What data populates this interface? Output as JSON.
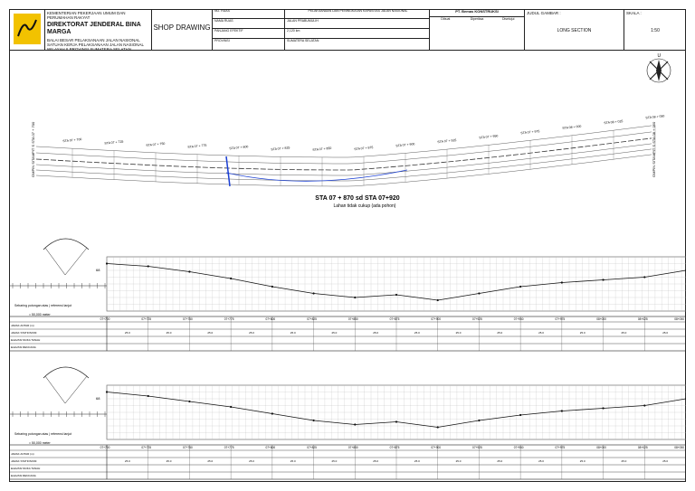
{
  "header": {
    "ministry": "KEMENTERIAN PEKERJAAN UMUM DAN PERUMAHAN RAKYAT",
    "directorate": "DIREKTORAT JENDERAL BINA MARGA",
    "balai": "BALAI BESAR PELAKSANAAN JALAN NASIONAL",
    "satker": "SATUAN KERJA PELAKSANAAN JALAN NASIONAL",
    "wilayah": "WILAYAH II PROVINSI SUMATERA SELATAN",
    "shop_drawing": "SHOP DRAWING",
    "info_labels": [
      "NO. RUAS",
      "NAMA RUAS",
      "PANJANG EFEKTIF",
      "PROVINSI"
    ],
    "info_values": [
      "",
      "JALAN PRABUMULIH",
      "2,120 km",
      "SUMATERA SELATAN"
    ],
    "project_title": "PELAKSANAAN DAN PENINGKATAN KAPASITAS JALAN NASIONAL",
    "contractor": "PT. Bemas KONSTRUKSI",
    "contractor_cols": [
      "Dibuat",
      "Diperiksa",
      "Disetujui"
    ],
    "sheet_label": "JUDUL GAMBAR :",
    "scale_label": "SKALA :",
    "sheet_title": "LONG SECTION",
    "scale_value": "1:50"
  },
  "plan": {
    "sta_labels": [
      "STA 07 + 700",
      "STA 07 + 725",
      "STA 07 + 750",
      "STA 07 + 775",
      "STA 07 + 800",
      "STA 07 + 825",
      "STA 07 + 850",
      "STA 07 + 875",
      "STA 07 + 900",
      "STA 07 + 925",
      "STA 07 + 950",
      "STA 07 + 975",
      "STA 08 + 000",
      "STA 08 + 025",
      "STA 08 + 050"
    ],
    "left_end": "OMPIN S/TAMPIT S STA 07 + 700",
    "right_end": "OMPIN S/TAMPIT S STA 08 + 050",
    "caption": "STA 07 + 870 sd STA 07+920",
    "subcaption": "Lahan tidak cukup (ada pohon)",
    "compass": "U"
  },
  "profiles": [
    {
      "elev_label": "68",
      "legend_a": "Sebaring potongan atas  |  referensi lanjut",
      "legend_b": "= 50,000 meter",
      "stations": [
        "07+700",
        "07+725",
        "07+750",
        "07+775",
        "07+800",
        "07+825",
        "07+850",
        "07+875",
        "07+900",
        "07+925",
        "07+950",
        "07+975",
        "08+000",
        "08+025",
        "08+050"
      ],
      "rows": [
        "JARAK ANTAR (m)",
        "JARAK STATION/KM",
        "ELEVASI MUKA TANAH",
        "ELEVASI RENCANA"
      ],
      "distance": "25.0",
      "chart_data": {
        "type": "line",
        "x": [
          "07+700",
          "07+725",
          "07+750",
          "07+775",
          "07+800",
          "07+825",
          "07+850",
          "07+875",
          "07+900",
          "07+925",
          "07+950",
          "07+975",
          "08+000",
          "08+025",
          "08+050"
        ],
        "series": [
          {
            "values": [
              68.0,
              67.8,
              67.4,
              66.9,
              66.3,
              65.8,
              65.5,
              65.7,
              65.3,
              65.8,
              66.3,
              66.6,
              66.8,
              67.0,
              67.5
            ]
          }
        ],
        "ylim": [
          64.5,
          68.5
        ]
      }
    },
    {
      "elev_label": "68",
      "legend_a": "Sebaring potongan atas  |  referensi lanjut",
      "legend_b": "= 50,000 meter",
      "stations": [
        "07+700",
        "07+725",
        "07+750",
        "07+775",
        "07+800",
        "07+825",
        "07+850",
        "07+875",
        "07+900",
        "07+925",
        "07+950",
        "07+975",
        "08+000",
        "08+025",
        "08+050"
      ],
      "rows": [
        "JARAK ANTAR (m)",
        "JARAK STATION/KM",
        "ELEVASI MUKA TANAH",
        "ELEVASI RENCANA"
      ],
      "distance": "25.0",
      "chart_data": {
        "type": "line",
        "x": [
          "07+700",
          "07+725",
          "07+750",
          "07+775",
          "07+800",
          "07+825",
          "07+850",
          "07+875",
          "07+900",
          "07+925",
          "07+950",
          "07+975",
          "08+000",
          "08+025",
          "08+050"
        ],
        "series": [
          {
            "values": [
              68.0,
              67.7,
              67.3,
              66.9,
              66.4,
              65.9,
              65.6,
              65.8,
              65.4,
              65.9,
              66.3,
              66.6,
              66.8,
              67.0,
              67.5
            ]
          }
        ],
        "ylim": [
          64.5,
          68.5
        ]
      }
    }
  ]
}
